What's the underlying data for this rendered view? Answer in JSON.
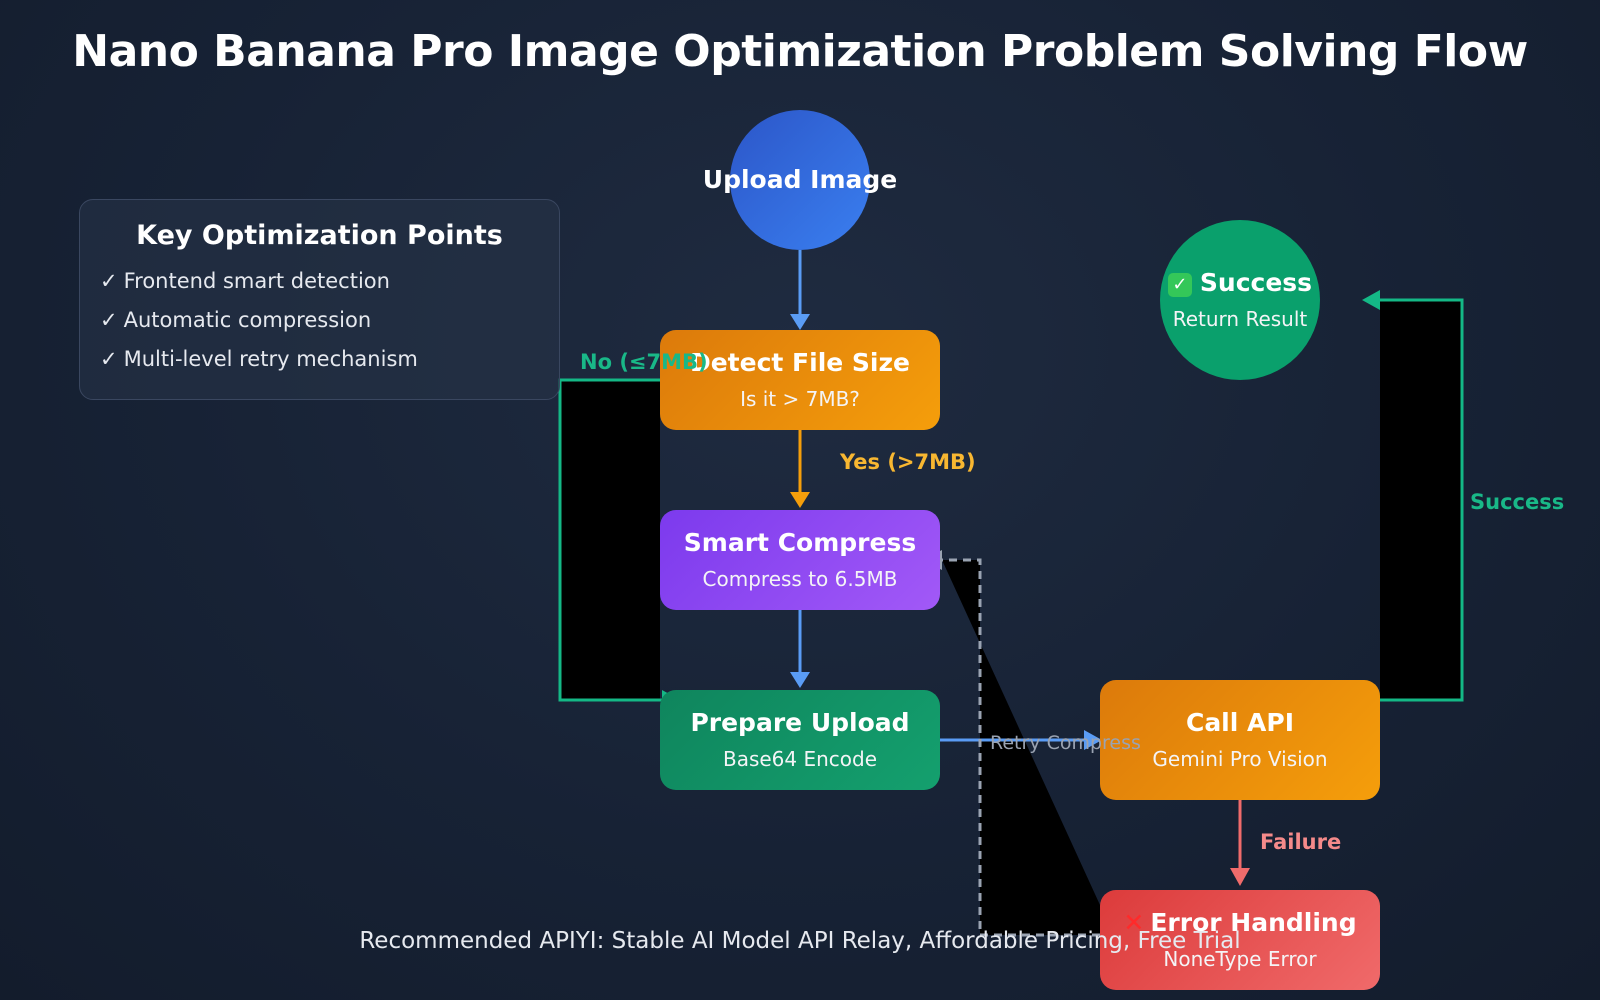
{
  "title": "Nano Banana Pro Image Optimization Problem Solving Flow",
  "panel": {
    "title": "Key Optimization Points",
    "items": [
      "Frontend smart detection",
      "Automatic compression",
      "Multi-level retry mechanism"
    ],
    "check_glyph": "✓"
  },
  "nodes": {
    "upload": {
      "title": "Upload Image"
    },
    "detect": {
      "title": "Detect File Size",
      "sub": "Is it > 7MB?"
    },
    "compress": {
      "title": "Smart Compress",
      "sub": "Compress to 6.5MB"
    },
    "prepare": {
      "title": "Prepare Upload",
      "sub": "Base64 Encode"
    },
    "api": {
      "title": "Call API",
      "sub": "Gemini Pro Vision"
    },
    "success": {
      "title": "Success",
      "sub": "Return Result",
      "icon": "✓"
    },
    "error": {
      "title": "Error Handling",
      "sub": "NoneType Error",
      "icon": "✕"
    }
  },
  "edge_labels": {
    "no": "No (≤7MB)",
    "yes": "Yes (>7MB)",
    "success": "Success",
    "failure": "Failure",
    "retry": "Retry Compress"
  },
  "footer": "Recommended APIYI: Stable AI Model API Relay, Affordable Pricing, Free Trial",
  "colors": {
    "blue_edge": "#5a9cf5",
    "orange_edge": "#f59e0b",
    "green_edge": "#14b886",
    "red_edge": "#f06b6b",
    "gray_edge": "#9aa3b2",
    "yes_label": "#f8b731",
    "no_label": "#19b888",
    "failure_label": "#f58a8a"
  }
}
